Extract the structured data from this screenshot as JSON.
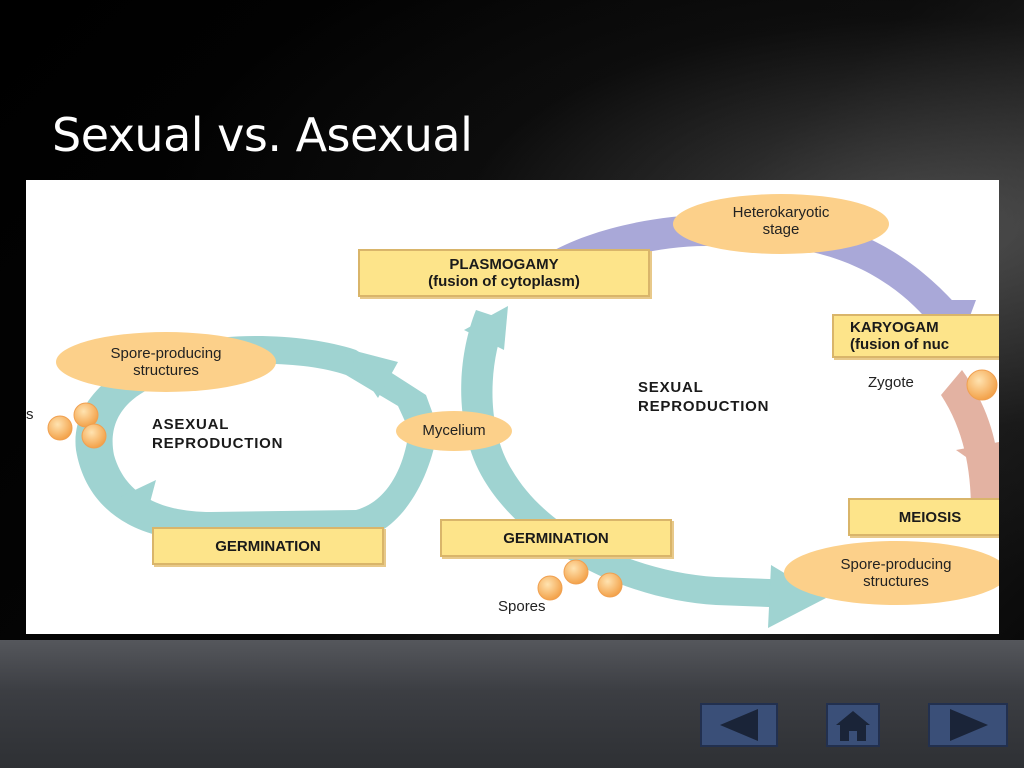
{
  "slide": {
    "title": "Sexual vs. Asexual"
  },
  "diagram": {
    "labels": {
      "heterokaryotic": [
        "Heterokaryotic",
        "stage"
      ],
      "plasmogamy": [
        "PLASMOGAMY",
        "(fusion of cytoplasm)"
      ],
      "karyogamy": [
        "KARYOGAM",
        "(fusion of nuc"
      ],
      "zygote": "Zygote",
      "spore_producing_left": [
        "Spore-producing",
        "structures"
      ],
      "spore_producing_right": [
        "Spore-producing",
        "structures"
      ],
      "asexual_reproduction": [
        "ASEXUAL",
        "REPRODUCTION"
      ],
      "sexual_reproduction": [
        "SEXUAL",
        "REPRODUCTION"
      ],
      "mycelium": "Mycelium",
      "germination_left": "GERMINATION",
      "germination_mid": "GERMINATION",
      "meiosis": "MEIOSIS",
      "spores": "Spores",
      "cut_left": "s"
    },
    "colors": {
      "asexual_arrow": "#9fd3d1",
      "sexual_top_arrow": "#a9a8d8",
      "sexual_right_arrow": "#e3b2a2",
      "oval_fill": "#fcd08a",
      "box_fill": "#fde48a",
      "spore_fill": "#f7b25a"
    }
  },
  "navigation": {
    "prev_icon": "left-arrow-icon",
    "home_icon": "home-icon",
    "next_icon": "right-arrow-icon",
    "button_color": "#3a4f78"
  }
}
